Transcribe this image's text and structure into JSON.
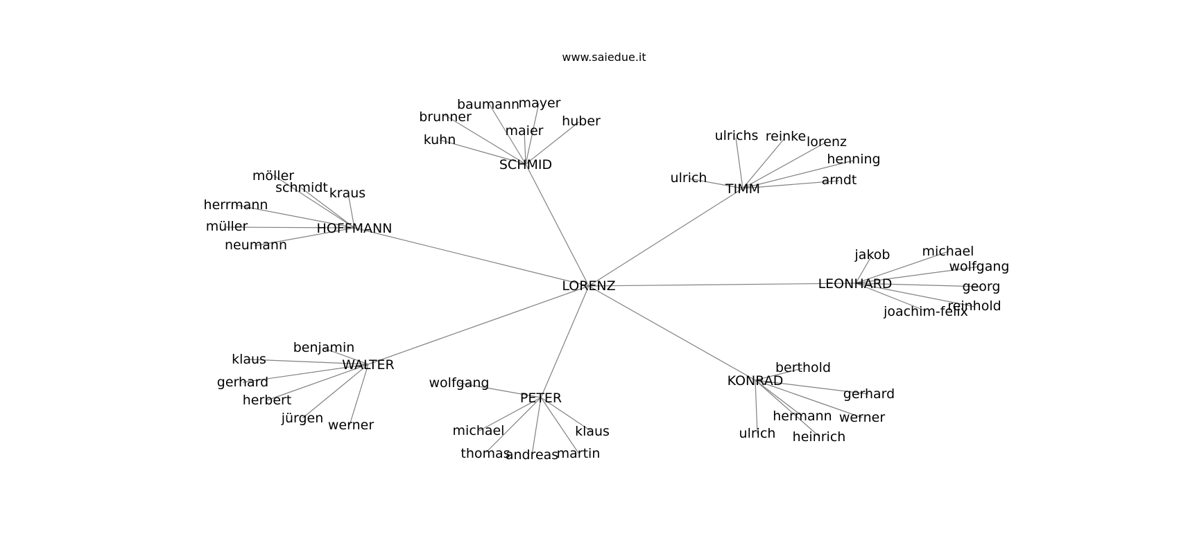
{
  "site_label": "www.saiedue.it",
  "colors": {
    "edge": "#808080",
    "text": "#000000",
    "background": "#ffffff"
  },
  "root": "LORENZ",
  "groups": [
    {
      "name": "SCHMID",
      "members": [
        "baumann",
        "mayer",
        "brunner",
        "maier",
        "huber",
        "kuhn"
      ]
    },
    {
      "name": "TIMM",
      "members": [
        "ulrichs",
        "reinke",
        "lorenz",
        "henning",
        "ulrich",
        "arndt"
      ]
    },
    {
      "name": "HOFFMANN",
      "members": [
        "möller",
        "schmidt",
        "kraus",
        "herrmann",
        "müller",
        "neumann"
      ]
    },
    {
      "name": "LEONHARD",
      "members": [
        "jakob",
        "michael",
        "wolfgang",
        "georg",
        "reinhold",
        "joachim-felix"
      ]
    },
    {
      "name": "WALTER",
      "members": [
        "benjamin",
        "klaus",
        "gerhard",
        "herbert",
        "jürgen",
        "werner"
      ]
    },
    {
      "name": "PETER",
      "members": [
        "wolfgang",
        "michael",
        "klaus",
        "thomas",
        "andreas",
        "martin"
      ]
    },
    {
      "name": "KONRAD",
      "members": [
        "berthold",
        "gerhard",
        "hermann",
        "werner",
        "ulrich",
        "heinrich"
      ]
    }
  ]
}
